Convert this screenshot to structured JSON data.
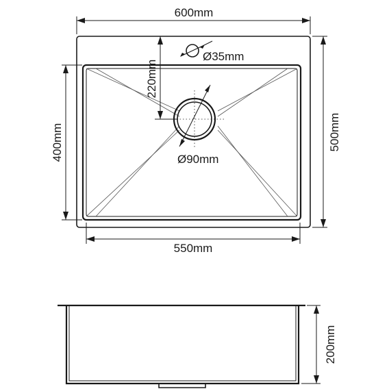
{
  "dimensions": {
    "outer_width": "600mm",
    "bowl_width": "550mm",
    "bowl_depth": "400mm",
    "outer_depth": "500mm",
    "faucet_offset": "220mm",
    "faucet_hole": "Ø35mm",
    "drain_hole": "Ø90mm",
    "bowl_height": "200mm"
  },
  "colors": {
    "line": "#1a1a1a",
    "background": "#ffffff"
  }
}
